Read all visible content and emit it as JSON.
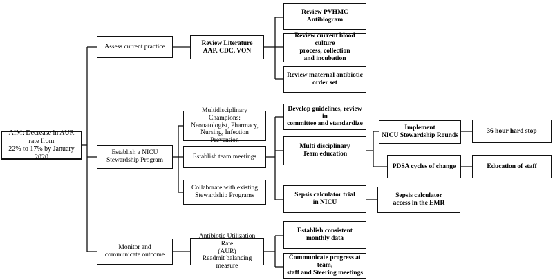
{
  "nodes": {
    "aim": "AIM: Decrease in AUR rate from\n22% to 17% by January 2020",
    "assess": "Assess current practice",
    "establish_program": "Establish a  NICU\nStewardship Program",
    "monitor": "Monitor and\ncommunicate outcome",
    "review_literature": "Review Literature\nAAP, CDC, VON",
    "champions": "Multidisciplinary Champions:\nNeonatologist, Pharmacy,\nNursing, Infection Prevention",
    "team_meetings": "Establish team meetings",
    "collaborate": "Collaborate with existing\nStewardship Programs",
    "aur": "Antibiotic Utilization Rate\n(AUR)\nReadmit balancing measure",
    "antibiogram": "Review PVHMC\nAntibiogram",
    "blood_culture": "Review current blood culture\nprocess, collection\nand incubation",
    "maternal": "Review maternal antibiotic\norder set",
    "guidelines": "Develop guidelines, review  in\ncommittee and standardize",
    "education": "Multi disciplinary\nTeam education",
    "sepsis_trial": "Sepsis calculator trial\nin NICU",
    "monthly_data": "Establish consistent\nmonthly data",
    "communicate": "Communicate progress at  team,\nstaff and Steering meetings",
    "rounds": "Implement\nNICU Stewardship Rounds",
    "pdsa": "PDSA cycles of change",
    "sepsis_emr": "Sepsis calculator\naccess in the  EMR",
    "hard_stop": "36 hour hard stop",
    "staff_education": "Education of staff"
  }
}
